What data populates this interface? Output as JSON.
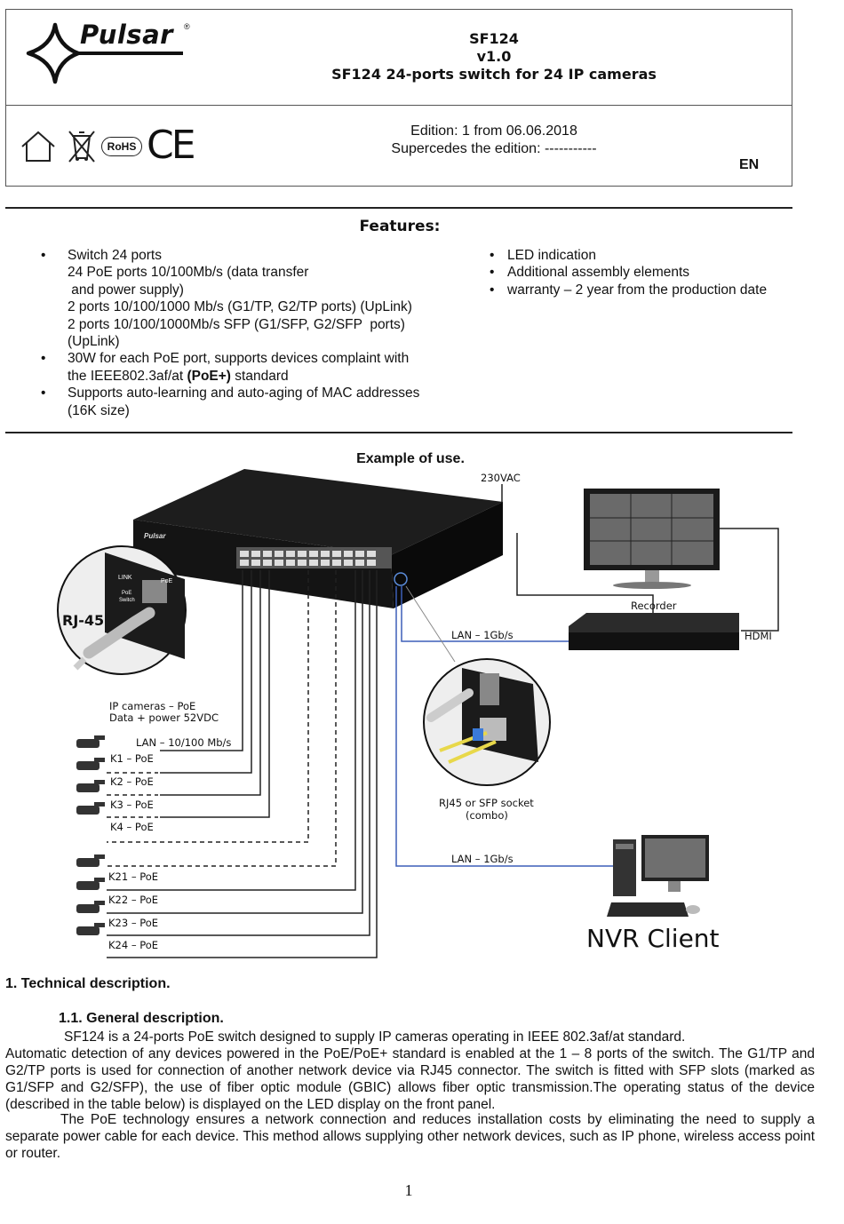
{
  "header": {
    "brand": "Pulsar",
    "model": "SF124",
    "version": "v1.0",
    "title": "SF124 24-ports switch for 24 IP cameras",
    "rohs": "RoHS",
    "ce": "CE",
    "edition": "Edition: 1 from 06.06.2018",
    "supercedes": "Supercedes the edition: -----------",
    "lang": "EN"
  },
  "features": {
    "heading": "Features:",
    "left": [
      [
        "Switch 24 ports",
        "24 PoE ports 10/100Mb/s (data transfer",
        " and power supply)",
        "2 ports 10/100/1000 Mb/s (G1/TP, G2/TP ports) (UpLink)",
        "2 ports 10/100/1000Mb/s SFP (G1/SFP, G2/SFP  ports)",
        "(UpLink)"
      ],
      [
        "30W for each PoE port, supports devices complaint with",
        "the IEEE802.3af/at (PoE+) standard"
      ],
      [
        "Supports auto-learning and auto-aging of MAC addresses",
        "(16K size)"
      ]
    ],
    "right": [
      "LED indication",
      "Additional assembly elements",
      "warranty – 2 year from the production date"
    ]
  },
  "diagram": {
    "title": "Example of use.",
    "labels": {
      "vac": "230VAC",
      "recorder": "Recorder",
      "hdmi": "HDMI",
      "lan_recorder": "LAN – 1Gb/s",
      "lan_client": "LAN – 1Gb/s",
      "rj45": "RJ-45",
      "cams_1": "IP cameras – PoE",
      "cams_2": "Data + power 52VDC",
      "lan_cams": "LAN – 10/100 Mb/s",
      "combo_1": "RJ45 or SFP socket",
      "combo_2": "(combo)",
      "nvr": "NVR Client",
      "switch_brand": "Pulsar",
      "zoom_link": "LINK",
      "zoom_poe": "PoE",
      "zoom_switch_1": "PoE",
      "zoom_switch_2": "Switch"
    },
    "cameras_top": [
      "K1 – PoE",
      "K2 – PoE",
      "K3 – PoE",
      "K4 – PoE"
    ],
    "cameras_bottom": [
      "K21 – PoE",
      "K22 – PoE",
      "K23 – PoE",
      "K24 – PoE"
    ]
  },
  "section1": {
    "heading": "1.  Technical description.",
    "sub": "1.1. General description.",
    "p1": "SF124 is a 24-ports PoE switch designed to supply IP cameras operating in IEEE 802.3af/at standard.",
    "p2": "Automatic detection of any devices powered in the PoE/PoE+ standard is enabled at the 1 – 8 ports of the switch. The G1/TP and G2/TP ports is used for connection of another network device via RJ45 connector. The switch is fitted with SFP slots (marked as G1/SFP and G2/SFP), the use of fiber optic module (GBIC) allows fiber optic transmission.The operating status of the device (described in the table below) is displayed on the LED display on the front panel.",
    "p3": "The PoE technology ensures a network connection and reduces installation costs by eliminating the need to supply a separate power cable for each device. This method allows supplying other network devices, such as IP phone, wireless access point or router."
  },
  "page_number": "1"
}
